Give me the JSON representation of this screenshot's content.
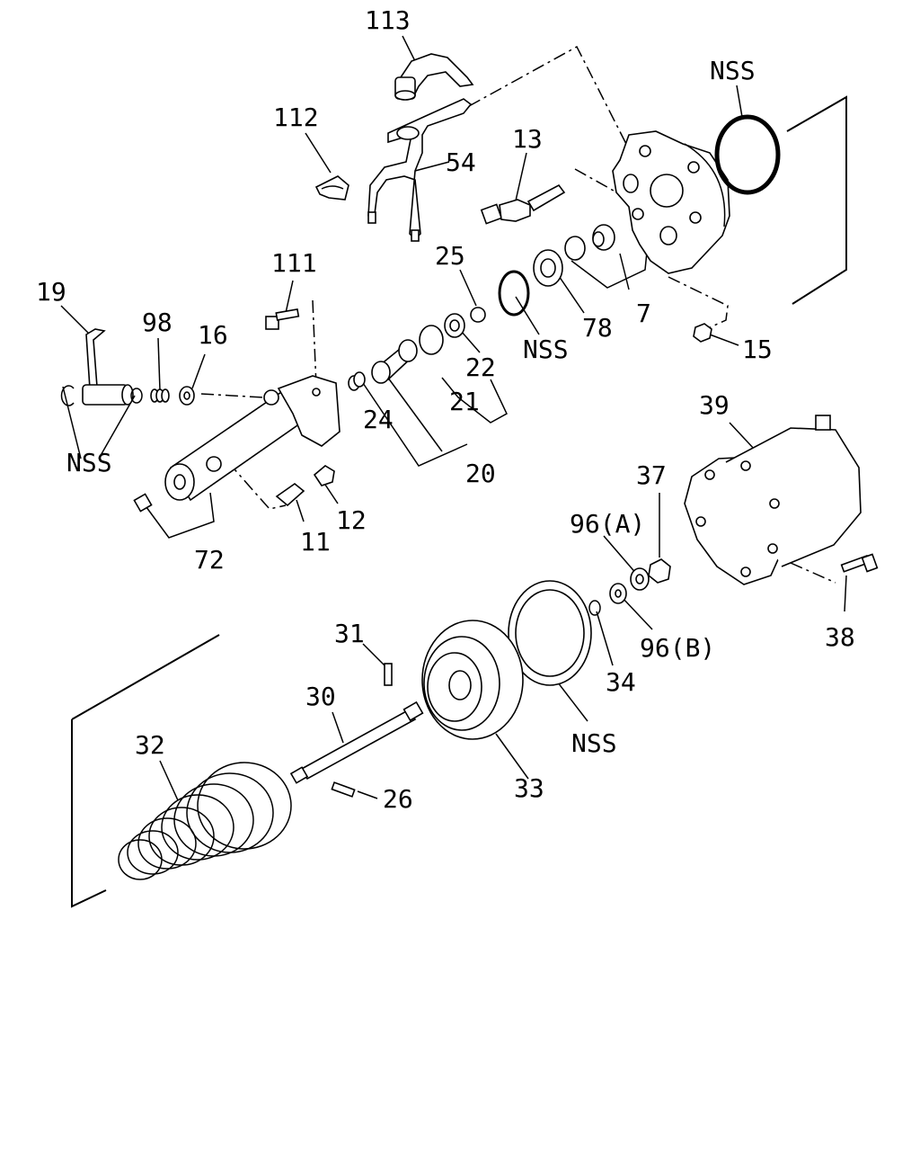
{
  "diagram": {
    "labels": {
      "p113": "113",
      "p112": "112",
      "p54": "54",
      "p13": "13",
      "nss_top": "NSS",
      "p111": "111",
      "p25": "25",
      "p19": "19",
      "p98": "98",
      "p16": "16",
      "p78": "78",
      "p7": "7",
      "nss_mid": "NSS",
      "p22": "22",
      "p15": "15",
      "p21": "21",
      "p24": "24",
      "p20": "20",
      "nss_left": "NSS",
      "p39": "39",
      "p37": "37",
      "p96a": "96(A)",
      "p12": "12",
      "p11": "11",
      "p72": "72",
      "p96b": "96(B)",
      "p38": "38",
      "p31": "31",
      "p30": "30",
      "p34": "34",
      "p32": "32",
      "nss_bottom": "NSS",
      "p26": "26",
      "p33": "33"
    }
  }
}
